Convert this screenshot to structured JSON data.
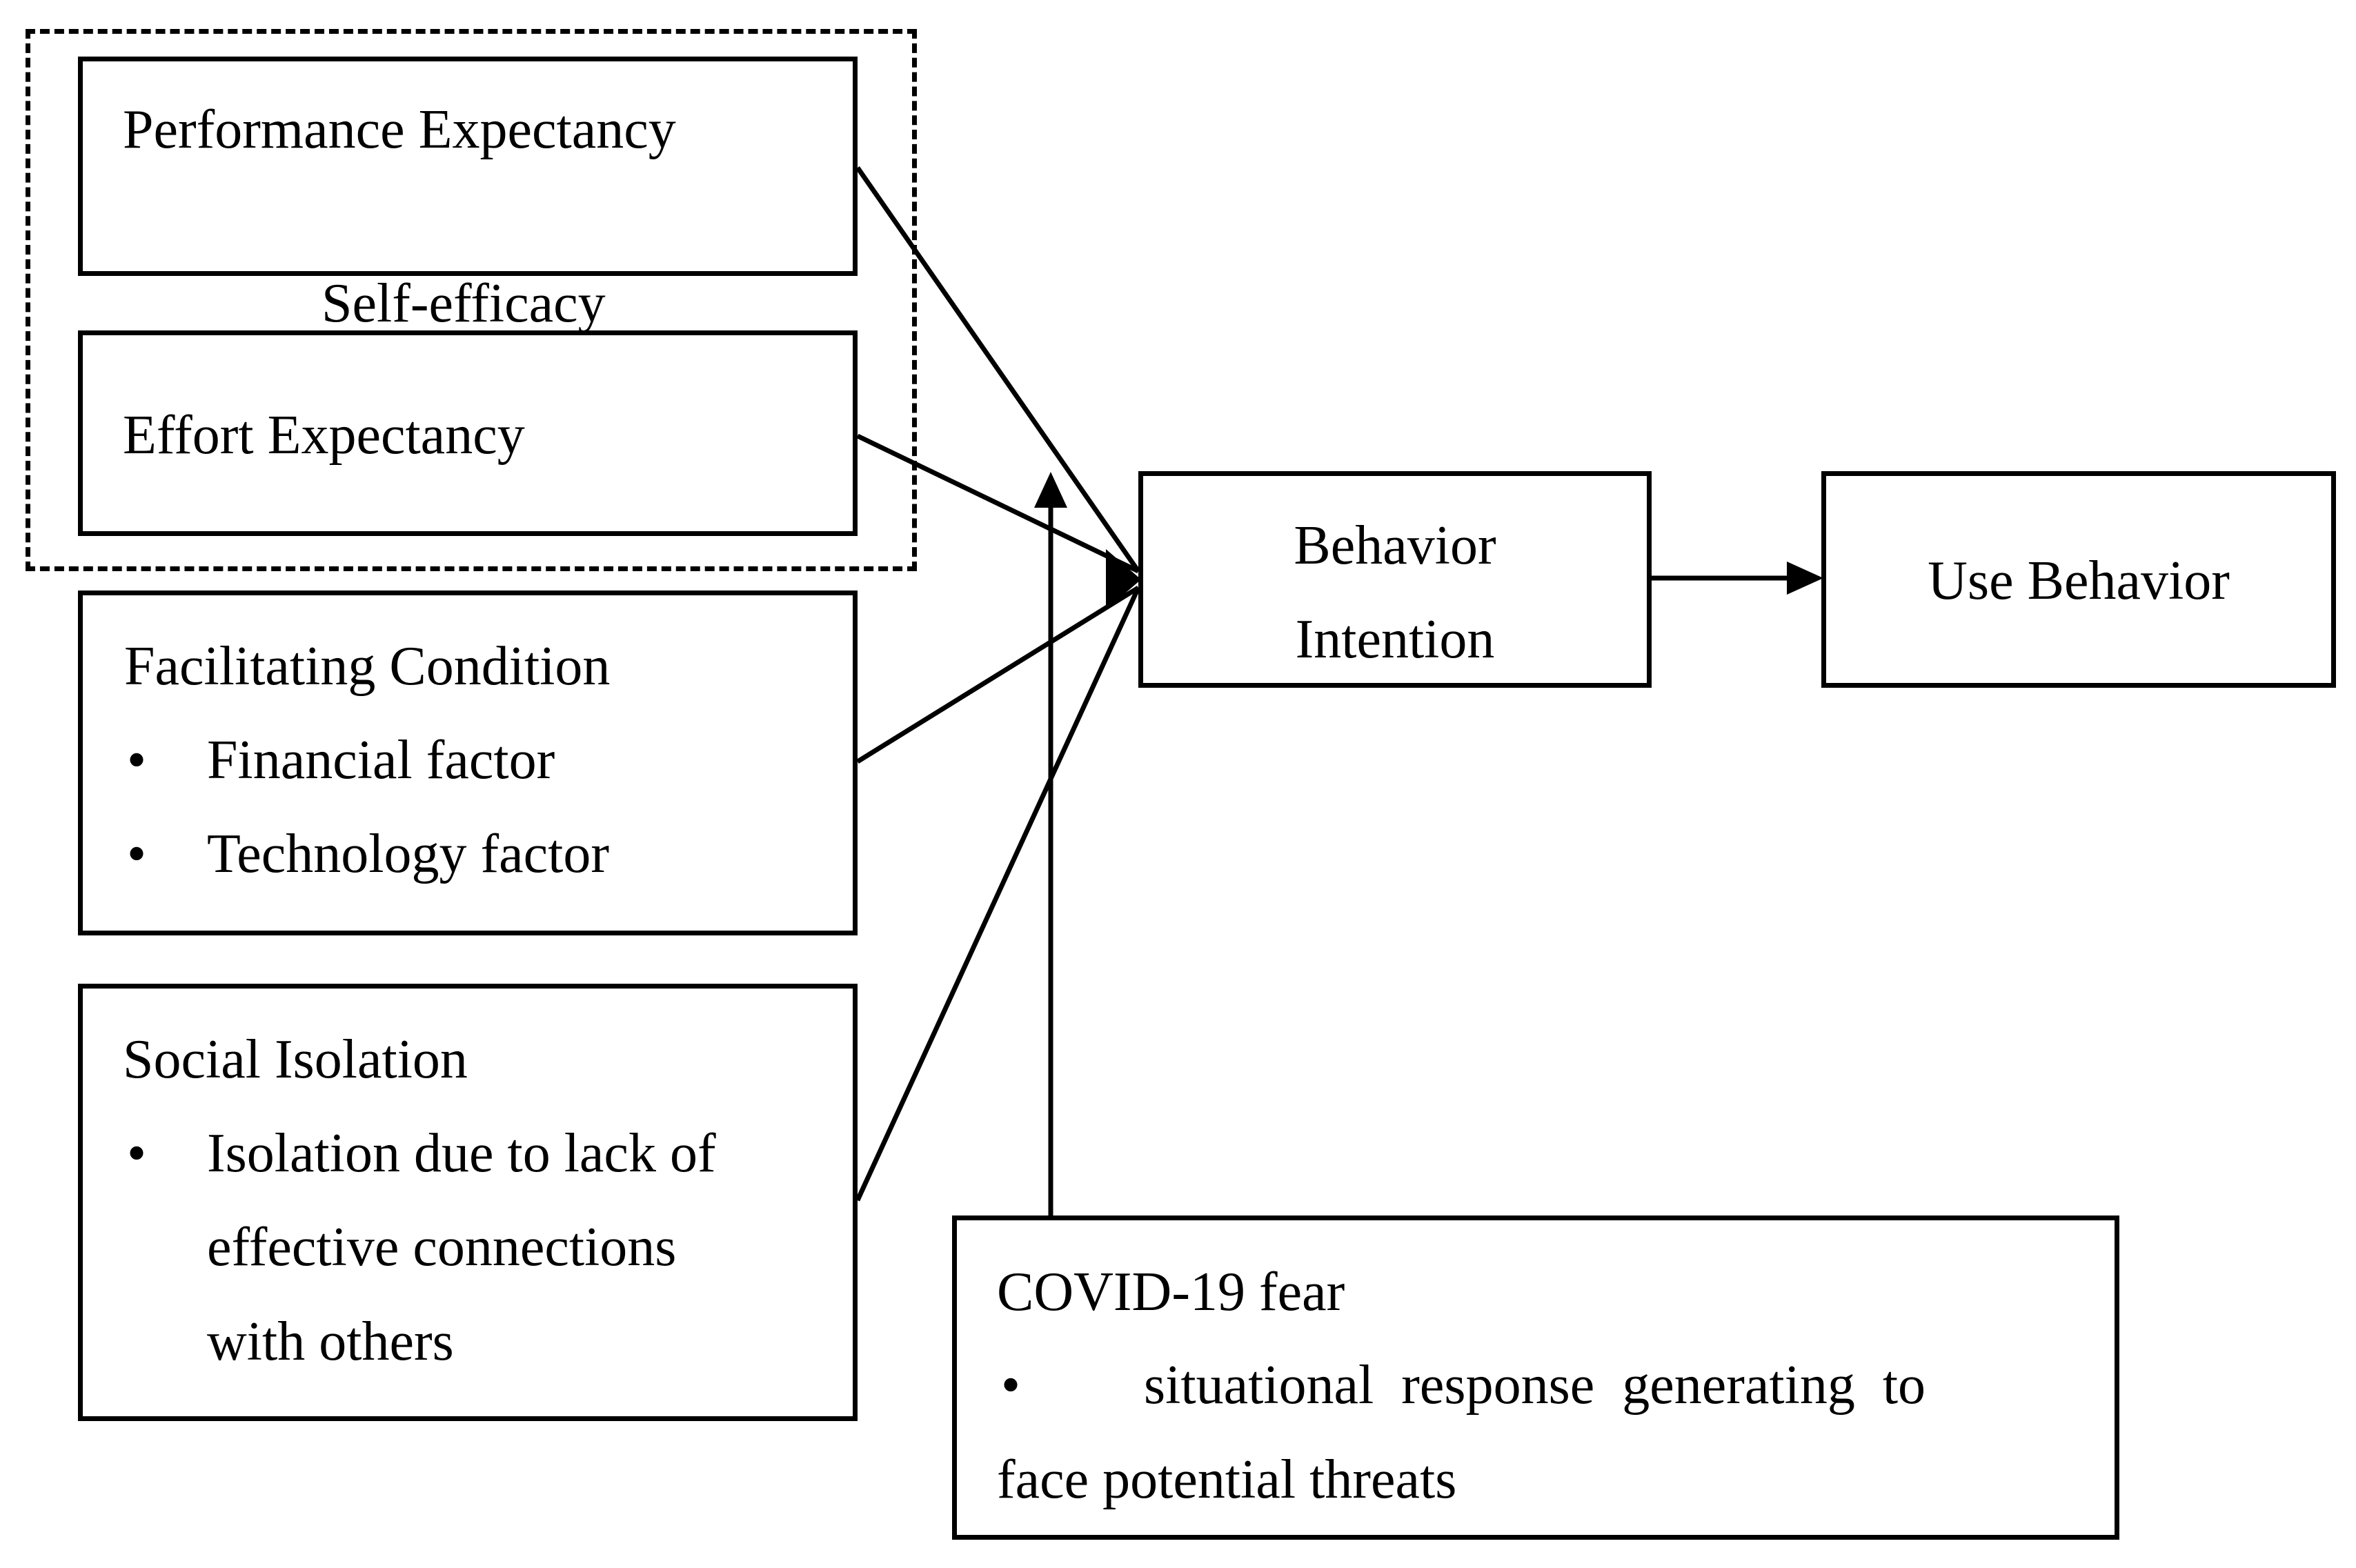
{
  "nodes": {
    "self_efficacy": {
      "label": "Self-efficacy"
    },
    "performance_expectancy": {
      "label": "Performance Expectancy"
    },
    "effort_expectancy": {
      "label": "Effort Expectancy"
    },
    "facilitating_condition": {
      "label": "Facilitating Condition",
      "bullets": [
        "Financial factor",
        "Technology factor"
      ]
    },
    "social_isolation": {
      "label": "Social Isolation",
      "bullets": [
        "Isolation due to lack of",
        "effective connections",
        "with others"
      ]
    },
    "behavior_intention": {
      "label_line1": "Behavior",
      "label_line2": "Intention"
    },
    "use_behavior": {
      "label": "Use Behavior"
    },
    "covid_fear": {
      "label": "COVID-19 fear",
      "bullet_line1": "situational  response  generating  to",
      "bullet_line2": "face potential threats"
    }
  },
  "bullet_symbol": "•",
  "edges": [
    {
      "from": "performance_expectancy",
      "to": "behavior_intention"
    },
    {
      "from": "effort_expectancy",
      "to": "behavior_intention"
    },
    {
      "from": "facilitating_condition",
      "to": "behavior_intention"
    },
    {
      "from": "social_isolation",
      "to": "behavior_intention"
    },
    {
      "from": "behavior_intention",
      "to": "use_behavior"
    },
    {
      "from": "covid_fear",
      "to": "behavior_intention",
      "type": "moderation"
    }
  ]
}
